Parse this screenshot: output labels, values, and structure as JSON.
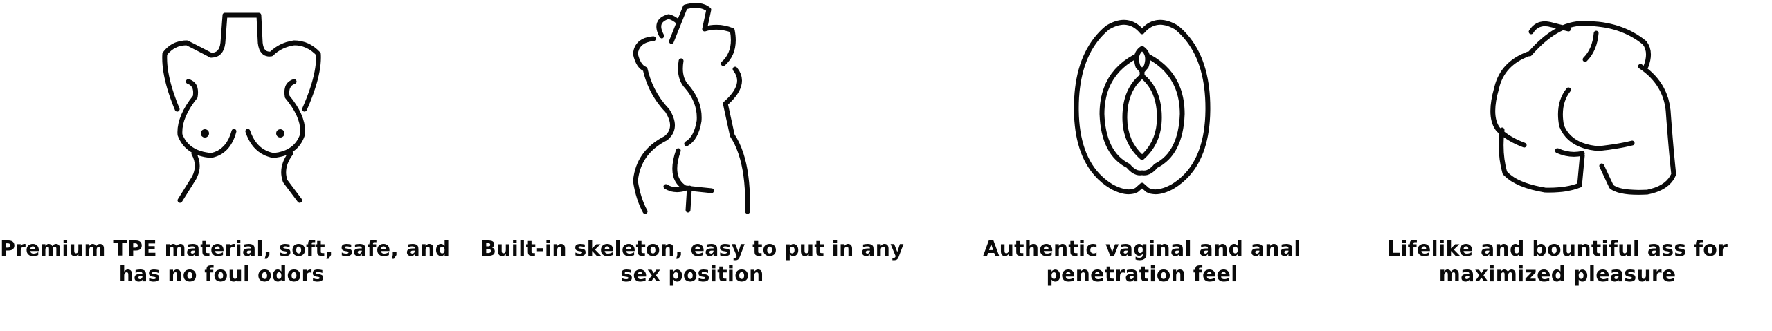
{
  "features": [
    {
      "icon": "female-torso-front-icon",
      "caption_line1": "Premium TPE material, soft, safe, and",
      "caption_line2": "has no foul odors"
    },
    {
      "icon": "female-torso-side-icon",
      "caption_line1": "Built-in skeleton, easy to put in any",
      "caption_line2": "sex position"
    },
    {
      "icon": "vulva-icon",
      "caption_line1": "Authentic vaginal and anal",
      "caption_line2": "penetration feel"
    },
    {
      "icon": "buttocks-icon",
      "caption_line1": "Lifelike and bountiful ass for",
      "caption_line2": "maximized pleasure"
    }
  ],
  "colors": {
    "ink": "#0a0a0a",
    "background": "#ffffff"
  }
}
